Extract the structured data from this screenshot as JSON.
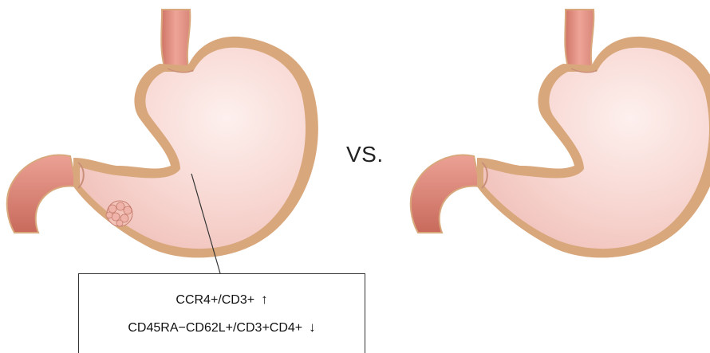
{
  "comparison_label": "VS.",
  "marker_box": {
    "lines": [
      {
        "text": "CCR4+/CD3+",
        "arrow": "↑"
      },
      {
        "text": "CD45RA−CD62L+/CD3+CD4+",
        "arrow": "↓"
      }
    ]
  },
  "colors": {
    "stomach_outline": "#d9a77c",
    "stomach_fill": "#f7d2cd",
    "stomach_highlight": "#fcebe8",
    "esophagus_fill": "#e8a090",
    "duodenum_fill": "#e38d7e",
    "tumor_fill": "#efb3a9"
  }
}
